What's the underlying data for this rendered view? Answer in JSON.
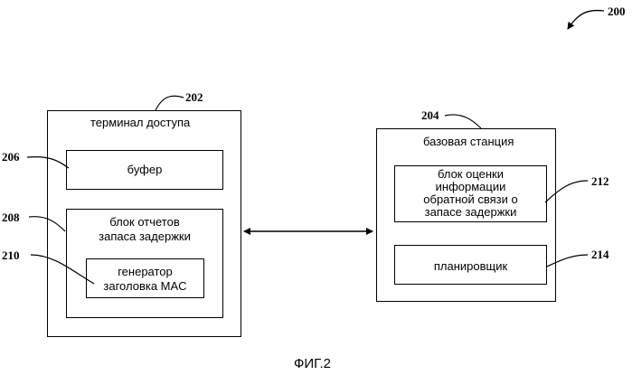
{
  "figure_ref": "200",
  "caption": "ФИГ.2",
  "access_terminal": {
    "ref": "202",
    "title": "терминал доступа",
    "buffer": {
      "ref": "206",
      "label": "буфер"
    },
    "delay_report_unit": {
      "ref": "208",
      "label_line1": "блок отчетов",
      "label_line2": "запаса задержки",
      "mac_generator": {
        "ref": "210",
        "label_line1": "генератор",
        "label_line2": "заголовка MAC"
      }
    }
  },
  "base_station": {
    "ref": "204",
    "title": "базовая станция",
    "estimator": {
      "ref": "212",
      "label_line1": "блок оценки",
      "label_line2": "информации",
      "label_line3": "обратной связи о",
      "label_line4": "запасе задержки"
    },
    "scheduler": {
      "ref": "214",
      "label": "планировщик"
    }
  }
}
